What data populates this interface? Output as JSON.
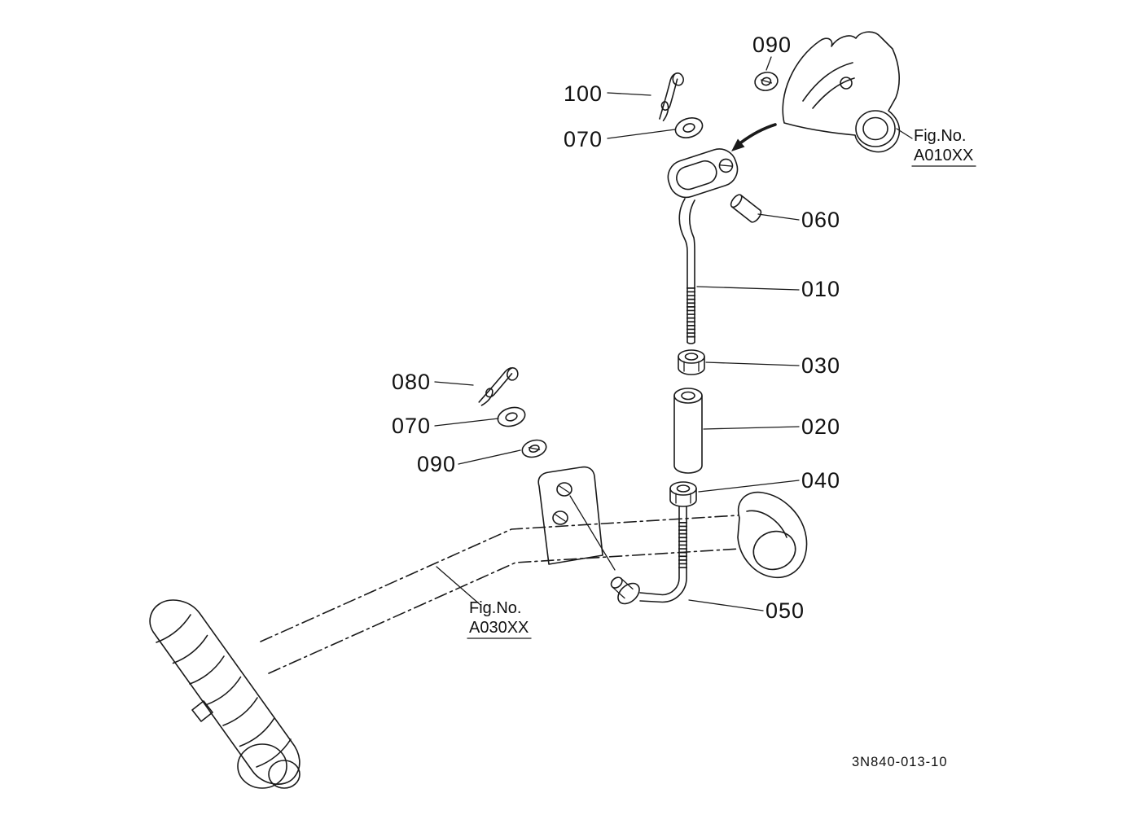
{
  "diagram": {
    "background": "#ffffff",
    "ink": "#1a1a1a",
    "drawing_number": "3N840-013-10",
    "callouts": {
      "c090_top": "090",
      "c100": "100",
      "c070_top": "070",
      "c060": "060",
      "c010": "010",
      "c030": "030",
      "c020": "020",
      "c040": "040",
      "c050": "050",
      "c080": "080",
      "c070_left": "070",
      "c090_left": "090"
    },
    "figure_refs": {
      "a010": {
        "line1": "Fig.No.",
        "line2": "A010XX"
      },
      "a030": {
        "line1": "Fig.No.",
        "line2": "A030XX"
      }
    }
  }
}
